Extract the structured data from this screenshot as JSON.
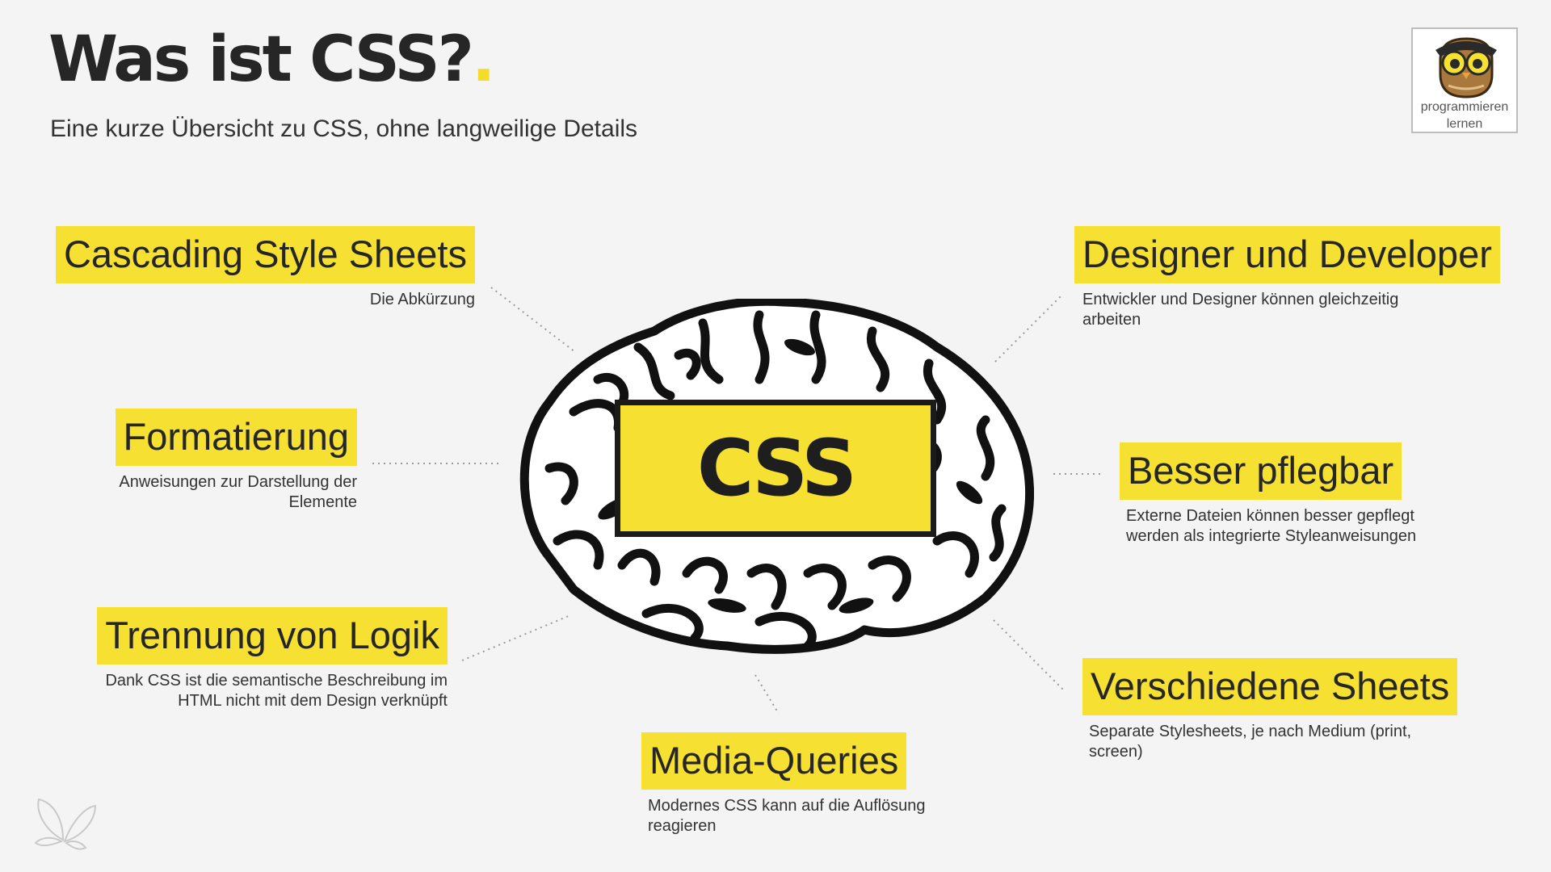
{
  "header": {
    "title": "Was ist CSS?",
    "title_main": "Was ist CSS?",
    "title_dot": ".",
    "subtitle": "Eine kurze Übersicht zu CSS, ohne langweilige Details"
  },
  "logo": {
    "icon": "owl-icon",
    "line1": "programmieren",
    "line2": "lernen"
  },
  "center": {
    "label": "CSS",
    "icon": "brain-icon"
  },
  "topics": [
    {
      "label": "Cascading Style Sheets",
      "description": "Die Abkürzung"
    },
    {
      "label": "Formatierung",
      "description": "Anweisungen zur Darstellung der Elemente"
    },
    {
      "label": "Trennung von Logik",
      "description": "Dank CSS ist die semantische Beschreibung im HTML nicht mit dem Design verknüpft"
    },
    {
      "label": "Media-Queries",
      "description": "Modernes CSS kann auf die Auflösung reagieren"
    },
    {
      "label": "Designer und Developer",
      "description": "Entwickler und Designer können gleichzeitig arbeiten"
    },
    {
      "label": "Besser pflegbar",
      "description": "Externe Dateien können besser gepflegt werden als integrierte Styleanweisungen"
    },
    {
      "label": "Verschiedene Sheets",
      "description": "Separate Stylesheets, je nach Medium (print, screen)"
    }
  ],
  "colors": {
    "accent": "#f6e032",
    "text": "#262626",
    "background": "#f4f4f4"
  },
  "footer": {
    "icon": "butterfly-icon"
  }
}
